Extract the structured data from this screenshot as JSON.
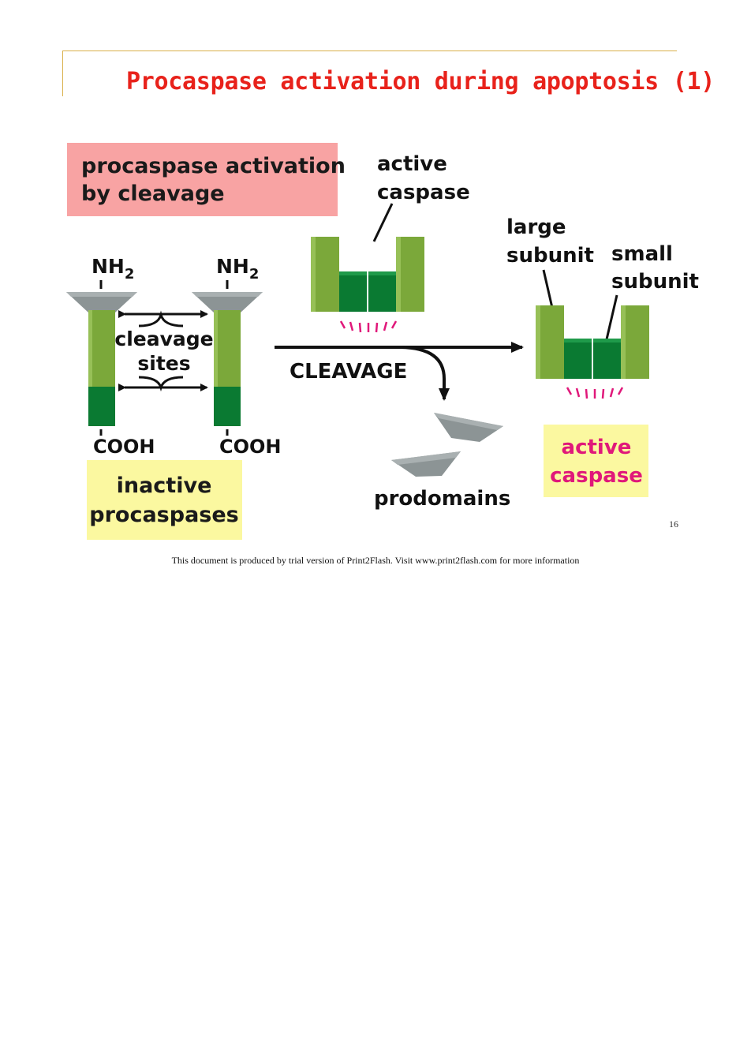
{
  "title": "Procaspase activation during apoptosis (1)",
  "diagram": {
    "box_activation_line1": "procaspase activation",
    "box_activation_line2": "by cleavage",
    "nh2_left": "NH",
    "nh2_left_sub": "2",
    "nh2_right": "NH",
    "nh2_right_sub": "2",
    "cleavage_sites_line1": "cleavage",
    "cleavage_sites_line2": "sites",
    "cooh_left": "COOH",
    "cooh_right": "COOH",
    "inactive_line1": "inactive",
    "inactive_line2": "procaspases",
    "active_caspase_top_line1": "active",
    "active_caspase_top_line2": "caspase",
    "cleavage_arrow_label": "CLEAVAGE",
    "large_subunit_line1": "large",
    "large_subunit_line2": "subunit",
    "small_subunit_line1": "small",
    "small_subunit_line2": "subunit",
    "active_caspase_box_line1": "active",
    "active_caspase_box_line2": "caspase",
    "prodomains": "prodomains",
    "colors": {
      "light_green": "#7ba83a",
      "dark_green": "#0a7a32",
      "gray": "#8c9495",
      "pink_box": "#f8a3a3",
      "yellow_box": "#fbf8a0",
      "magenta": "#e0187a"
    }
  },
  "page_number": "16",
  "footer": "This document is produced by trial version of Print2Flash. Visit www.print2flash.com for more information"
}
